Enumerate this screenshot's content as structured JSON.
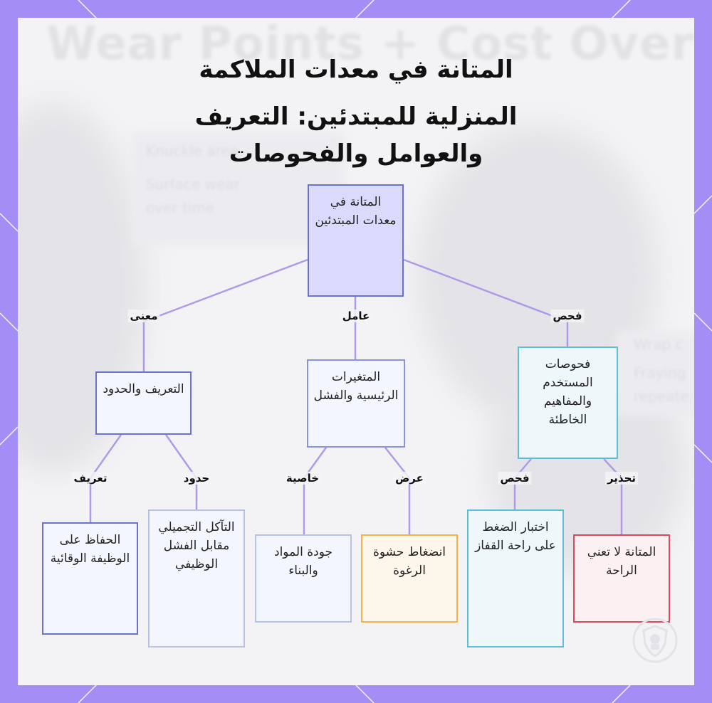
{
  "title": {
    "line1": "المتانة في معدات الملاكمة",
    "line2": "المنزلية للمبتدئين: التعريف",
    "line3": "والعوامل والفحوصات"
  },
  "background": {
    "heading": "Wear Points + Cost Over Ti",
    "label1": "Knuckle area",
    "label2": "Surface wear",
    "label3": "over time",
    "label4": "Wrap c",
    "label5": "Fraying",
    "label6": "repeate"
  },
  "colors": {
    "frame": "#a48ef5",
    "edge": "#b09ae8",
    "root_fill": "#d9dafc",
    "root_border": "#6a72c9"
  },
  "nodes": {
    "root": "المتانة في معدات المبتدئين",
    "definition": "التعريف والحدود",
    "factors": "المتغيرات الرئيسية والفشل",
    "checks": "فحوصات المستخدم والمفاهيم الخاطئة",
    "protective": "الحفاظ على الوظيفة الوقائية",
    "cosmetic": "التآكل التجميلي مقابل الفشل الوظيفي",
    "materials": "جودة المواد والبناء",
    "foam": "انضغاط حشوة الرغوة",
    "squeeze": "اختبار الضغط على راحة القفاز",
    "comfort": "المتانة لا تعني الراحة"
  },
  "edge_labels": {
    "meaning": "معنى",
    "factor": "عامل",
    "check": "فحص",
    "define": "تعريف",
    "limits": "حدود",
    "property": "خاصية",
    "symptom": "عرض",
    "check2": "فحص",
    "warning": "تحذير"
  }
}
